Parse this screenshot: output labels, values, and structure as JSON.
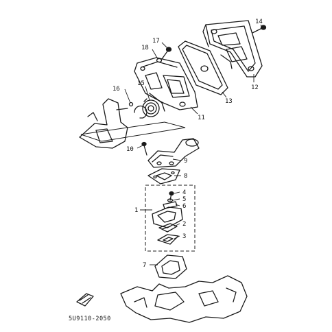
{
  "callouts": {
    "c1": "1",
    "c2": "2",
    "c3": "3",
    "c4": "4",
    "c5": "5",
    "c6": "6",
    "c7": "7",
    "c8": "8",
    "c9": "9",
    "c10": "10",
    "c11": "11",
    "c12": "12",
    "c13": "13",
    "c14": "14",
    "c15": "15",
    "c16": "16",
    "c17": "17",
    "c18": "18"
  },
  "drawing_code": "5U9110-2050"
}
